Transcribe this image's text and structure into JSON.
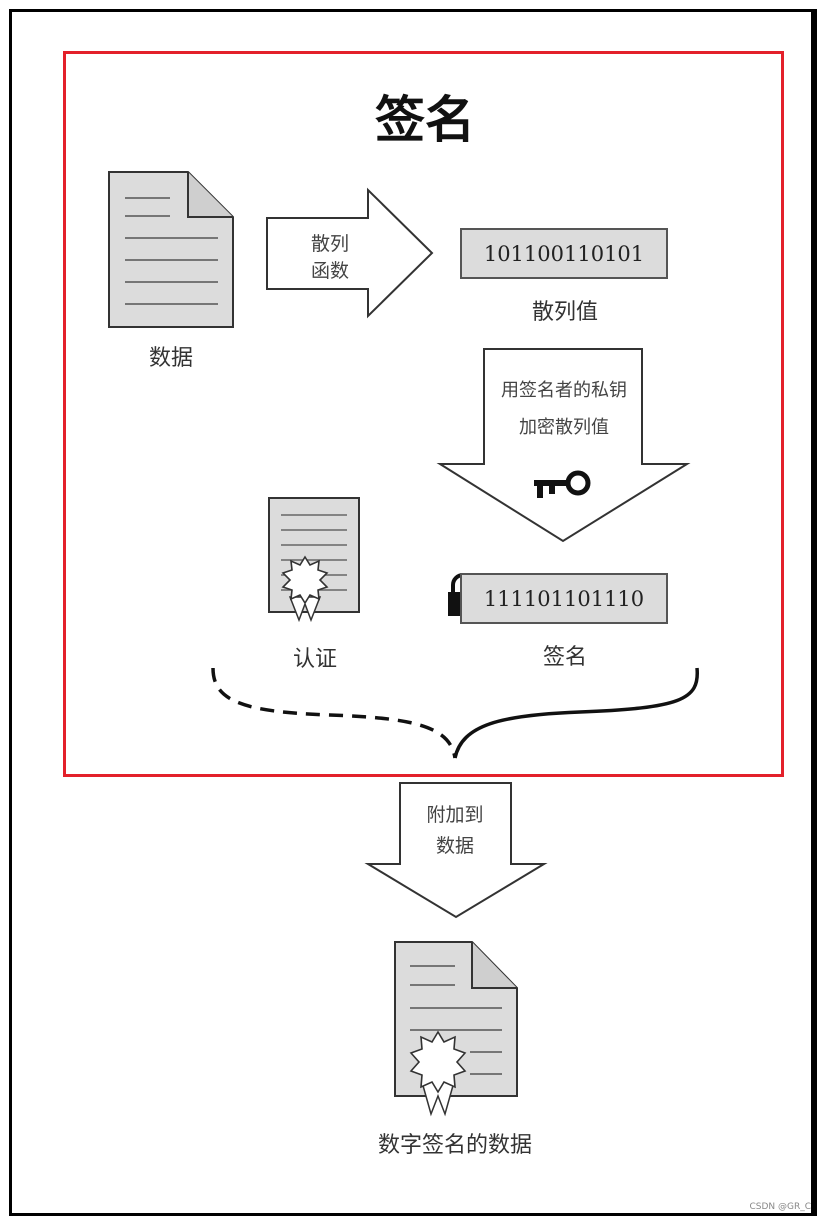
{
  "title": "签名",
  "labels": {
    "data": "数据",
    "hash_function_line1": "散列",
    "hash_function_line2": "函数",
    "hash_value": "散列值",
    "encrypt_line1": "用签名者的私钥",
    "encrypt_line2": "加密散列值",
    "certificate": "认证",
    "signature": "签名",
    "attach_line1": "附加到",
    "attach_line2": "数据",
    "signed_data": "数字签名的数据"
  },
  "values": {
    "hash_bits": "101100110101",
    "signature_bits": "111101101110"
  },
  "watermark": "CSDN @GR_C",
  "colors": {
    "highlight": "#e3202a",
    "document_fill": "#dcdcdc",
    "frame": "#000000"
  },
  "icons": [
    "document-icon",
    "arrow-right-icon",
    "arrow-down-icon",
    "key-icon",
    "lock-icon",
    "certificate-icon",
    "brace-icon",
    "signed-document-icon"
  ]
}
